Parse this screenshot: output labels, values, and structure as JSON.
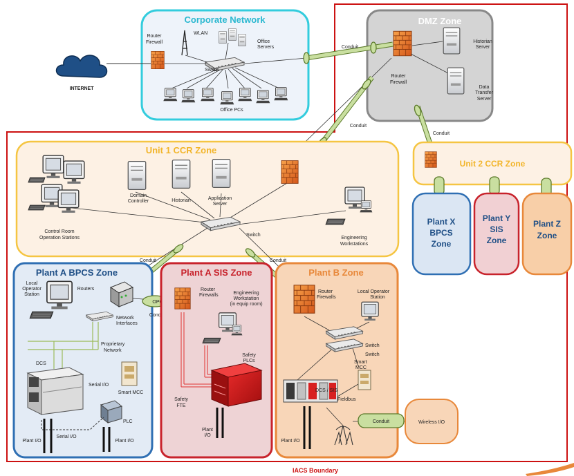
{
  "zones": {
    "corporate": "Corporate Network",
    "dmz": "DMZ Zone",
    "unit1": "Unit 1 CCR Zone",
    "unit2": "Unit 2 CCR Zone",
    "plant_x": [
      "Plant X",
      "BPCS",
      "Zone"
    ],
    "plant_y": [
      "Plant Y",
      "SIS",
      "Zone"
    ],
    "plant_z": [
      "Plant Z",
      "Zone"
    ],
    "plant_a_bpcs": "Plant A BPCS Zone",
    "plant_a_sis": "Plant A SIS Zone",
    "plant_b": "Plant B Zone"
  },
  "labels": {
    "internet": "INTERNET",
    "router_firewall": [
      "Router",
      "Firewall"
    ],
    "wlan": "WLAN",
    "switch": "Switch",
    "office_servers": [
      "Office",
      "Servers"
    ],
    "office_pcs": "Office PCs",
    "conduit": "Conduit",
    "historian_server": [
      "Historian",
      "Server"
    ],
    "data_transfer_server": [
      "Data",
      "Transfer",
      "Server"
    ],
    "domain_controller": [
      "Domain",
      "Controller"
    ],
    "historian": "Historian",
    "application_server": [
      "Application",
      "Server"
    ],
    "control_room": [
      "Control Room",
      "Operation Stations"
    ],
    "engineering_workstations": [
      "Engineering",
      "Workstations"
    ],
    "local_operator_station": [
      "Local",
      "Operator",
      "Station"
    ],
    "routers": "Routers",
    "network_interfaces": [
      "Network",
      "Interfaces"
    ],
    "proprietary_network": [
      "Proprietary",
      "Network"
    ],
    "dcs": "DCS",
    "serial_io": "Serial I/O",
    "smart_mcc": "Smart MCC",
    "plc": "PLC",
    "plant_io": "Plant I/O",
    "opc": "OPC",
    "router_firewalls": [
      "Router",
      "Firewalls"
    ],
    "eng_ws_equip": [
      "Engineering",
      "Workstation",
      "(in equip room)"
    ],
    "safety_plcs": [
      "Safety",
      "PLCs"
    ],
    "safety_fte": [
      "Safety",
      "FTE"
    ],
    "plant_io_sis": [
      "Plant",
      "I/O"
    ],
    "local_operator_station_b": [
      "Local Operator",
      "Station"
    ],
    "smart_mcc_b": [
      "Smart",
      "MCC"
    ],
    "dcs_sis": "DCS / SIS",
    "fieldbus": "Fieldbus",
    "wireless_io": "Wireless I/O",
    "iacs_boundary": "IACS Boundary"
  },
  "colors": {
    "corporate": "#33ccdd",
    "dmz": "#888888",
    "ccr": "#f5c542",
    "bpcs": "#2f6fb3",
    "sis": "#c8232c",
    "plant_b": "#e8883a",
    "iacs": "#cc1111"
  }
}
